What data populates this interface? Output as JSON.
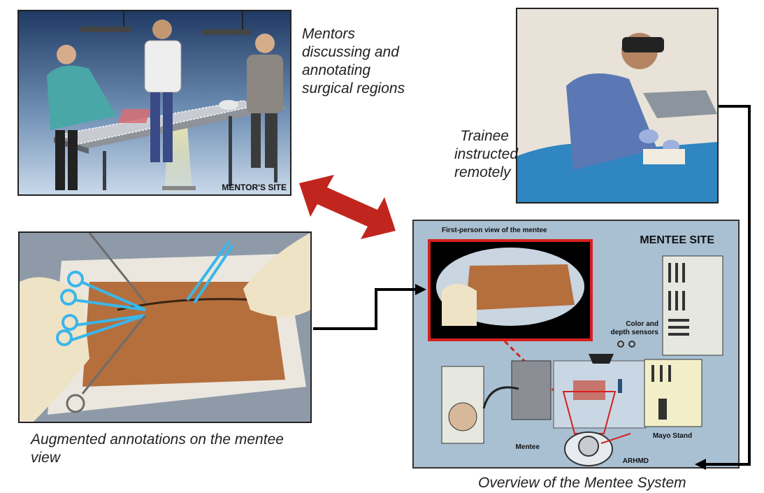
{
  "captions": {
    "mentors": [
      "Mentors",
      "discussing and",
      "annotating",
      "surgical regions"
    ],
    "trainee": [
      "Trainee",
      "instructed",
      "remotely"
    ],
    "augmented": "Augmented annotations on the mentee view",
    "overview": "Overview of the Mentee System"
  },
  "mentor_site": {
    "label": "MENTOR'S SITE"
  },
  "mentee_site": {
    "title": "MENTEE SITE",
    "first_person_label": "First-person view of the mentee",
    "sensors_label": [
      "Color and",
      "depth sensors"
    ],
    "mayo_label": "Mayo Stand",
    "mentee_label": "Mentee",
    "arhmd_label": "ARHMD"
  },
  "colors": {
    "arrow_red": "#c0261e",
    "annotation_cyan": "#3ab6ea",
    "mentee_bg": "#a9c0d3",
    "view_frame_red": "#d6201f"
  }
}
